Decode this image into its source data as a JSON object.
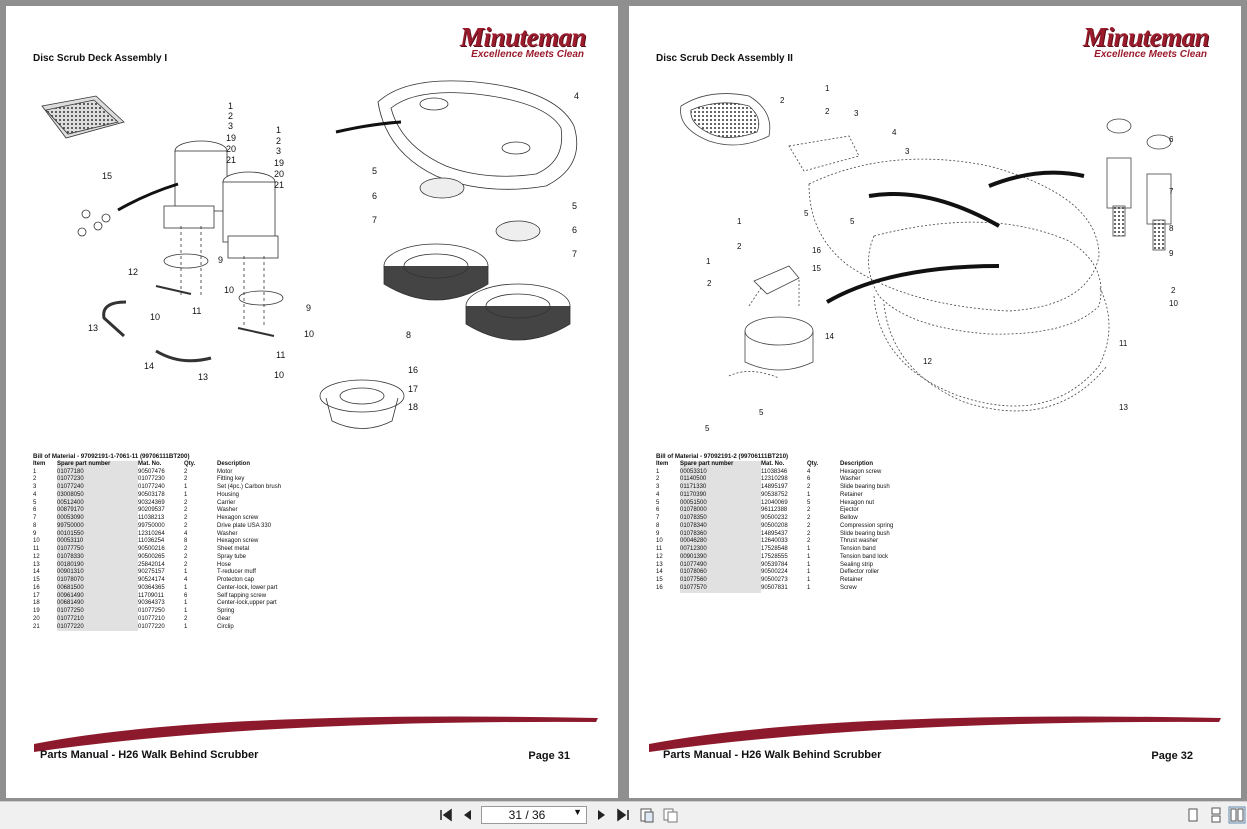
{
  "left": {
    "logo_word": "Minuteman",
    "logo_tag": "Excellence Meets Clean",
    "section_title": "Disc Scrub Deck Assembly I",
    "callouts": [
      "1",
      "2",
      "3",
      "19",
      "20",
      "21",
      "1",
      "2",
      "3",
      "19",
      "20",
      "21",
      "15",
      "4",
      "5",
      "6",
      "7",
      "5",
      "6",
      "7",
      "9",
      "12",
      "10",
      "11",
      "10",
      "9",
      "13",
      "10",
      "11",
      "14",
      "13",
      "10",
      "8",
      "16",
      "17",
      "18"
    ],
    "bom_title": "Bill of Material - 97092191-1-7061-11 (99706111BT200)",
    "headers": [
      "Item",
      "Spare part number",
      "Mat. No.",
      "Qty.",
      "Description"
    ],
    "rows": [
      [
        "1",
        "01077180",
        "90507476",
        "2",
        "Motor"
      ],
      [
        "2",
        "01077230",
        "01077230",
        "2",
        "Fitting key"
      ],
      [
        "3",
        "01077240",
        "01077240",
        "1",
        "Set (4pc.) Carbon brush"
      ],
      [
        "4",
        "03008050",
        "90503178",
        "1",
        "Housing"
      ],
      [
        "5",
        "00512400",
        "90324369",
        "2",
        "Carrier"
      ],
      [
        "6",
        "00879170",
        "90209537",
        "2",
        "Washer"
      ],
      [
        "7",
        "00053090",
        "11038213",
        "2",
        "Hexagon screw"
      ],
      [
        "8",
        "99750000",
        "99750000",
        "2",
        "Drive plate USA 330"
      ],
      [
        "9",
        "00101550",
        "12310264",
        "4",
        "Washer"
      ],
      [
        "10",
        "00053110",
        "11036254",
        "8",
        "Hexagon screw"
      ],
      [
        "11",
        "01077750",
        "90500216",
        "2",
        "Sheet metal"
      ],
      [
        "12",
        "01078330",
        "90500265",
        "2",
        "Spray tube"
      ],
      [
        "13",
        "00180190",
        "25842014",
        "2",
        "Hose"
      ],
      [
        "14",
        "00901310",
        "90275157",
        "1",
        "T-reducer muff"
      ],
      [
        "15",
        "01078070",
        "90524174",
        "4",
        "Protecton cap"
      ],
      [
        "16",
        "00681500",
        "90364365",
        "1",
        "Center-lock, lower part"
      ],
      [
        "17",
        "00961490",
        "11709011",
        "6",
        "Self tapping screw"
      ],
      [
        "18",
        "00681490",
        "90364373",
        "1",
        "Center-lock,upper part"
      ],
      [
        "19",
        "01077250",
        "01077250",
        "1",
        "Spring"
      ],
      [
        "20",
        "01077210",
        "01077210",
        "2",
        "Gear"
      ],
      [
        "21",
        "01077220",
        "01077220",
        "1",
        "Circlip"
      ]
    ],
    "footer_title": "Parts Manual - H26 Walk Behind Scrubber",
    "footer_page": "Page 31"
  },
  "right": {
    "logo_word": "Minuteman",
    "logo_tag": "Excellence Meets Clean",
    "section_title": "Disc Scrub Deck Assembly II",
    "callouts": [
      "1",
      "2",
      "2",
      "3",
      "4",
      "3",
      "5",
      "5",
      "1",
      "2",
      "16",
      "15",
      "1",
      "2",
      "14",
      "5",
      "5",
      "6",
      "7",
      "8",
      "9",
      "2",
      "10",
      "11",
      "12",
      "13"
    ],
    "bom_title": "Bill of Material - 97092191-2 (99706111BT210)",
    "headers": [
      "Item",
      "Spare part number",
      "Mat. No.",
      "Qty.",
      "Description"
    ],
    "rows": [
      [
        "1",
        "00053310",
        "11038346",
        "4",
        "Hexagon screw"
      ],
      [
        "2",
        "01140500",
        "12310298",
        "6",
        "Washer"
      ],
      [
        "3",
        "01171330",
        "14895197",
        "2",
        "Slide bearing bush"
      ],
      [
        "4",
        "01170390",
        "90538752",
        "1",
        "Retainer"
      ],
      [
        "5",
        "00051500",
        "12040069",
        "5",
        "Hexagon nut"
      ],
      [
        "6",
        "01078000",
        "96112388",
        "2",
        "Ejector"
      ],
      [
        "7",
        "01078350",
        "90500232",
        "2",
        "Bellow"
      ],
      [
        "8",
        "01078340",
        "90500208",
        "2",
        "Compression spring"
      ],
      [
        "9",
        "01078360",
        "14895437",
        "2",
        "Slide bearing bush"
      ],
      [
        "10",
        "00046280",
        "12640033",
        "2",
        "Thrust washer"
      ],
      [
        "11",
        "00712300",
        "17528548",
        "1",
        "Tension band"
      ],
      [
        "12",
        "00901390",
        "17528555",
        "1",
        "Tension band lock"
      ],
      [
        "13",
        "01077490",
        "90539784",
        "1",
        "Sealing strip"
      ],
      [
        "14",
        "01078060",
        "90500224",
        "1",
        "Deflector roller"
      ],
      [
        "15",
        "01077560",
        "90500273",
        "1",
        "Retainer"
      ],
      [
        "16",
        "01077570",
        "90507831",
        "1",
        "Screw"
      ]
    ],
    "footer_title": "Parts Manual - H26 Walk Behind Scrubber",
    "footer_page": "Page 32"
  },
  "toolbar": {
    "page_indicator": "31 / 36",
    "icons": [
      "first-page-icon",
      "prev-page-icon",
      "next-page-icon",
      "last-page-icon",
      "rotate-icon",
      "compare-icon",
      "single-page-icon",
      "continuous-icon",
      "two-page-icon"
    ]
  }
}
